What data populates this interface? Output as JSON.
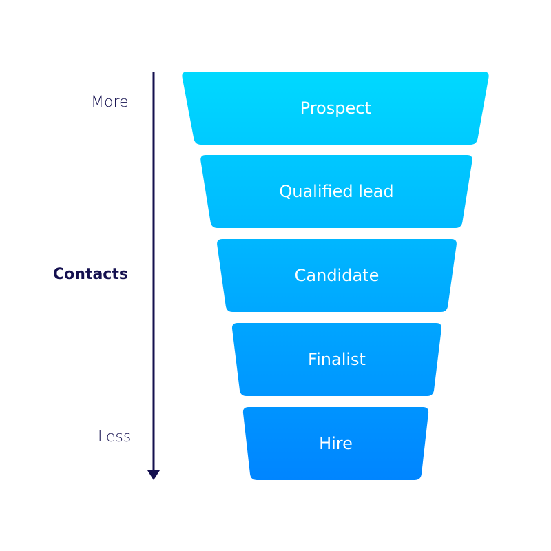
{
  "axis": {
    "top_label": "More",
    "middle_label": "Contacts",
    "bottom_label": "Less",
    "color": "#14104f"
  },
  "funnel": {
    "gradient_top": "#00d9ff",
    "gradient_bottom": "#0085ff",
    "stages": [
      {
        "label": "Prospect"
      },
      {
        "label": "Qualified lead"
      },
      {
        "label": "Candidate"
      },
      {
        "label": "Finalist"
      },
      {
        "label": "Hire"
      }
    ]
  }
}
